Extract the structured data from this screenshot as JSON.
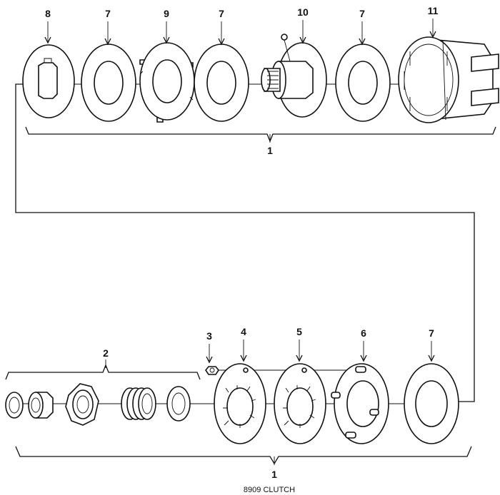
{
  "diagram": {
    "caption": "8909 CLUTCH",
    "assembly_label_top": "1",
    "assembly_label_bottom": "1",
    "callouts": {
      "c8": "8",
      "c7a": "7",
      "c9": "9",
      "c7b": "7",
      "c10": "10",
      "c7c": "7",
      "c11": "11",
      "c2": "2",
      "c3": "3",
      "c4": "4",
      "c5": "5",
      "c6": "6",
      "c7d": "7"
    }
  }
}
